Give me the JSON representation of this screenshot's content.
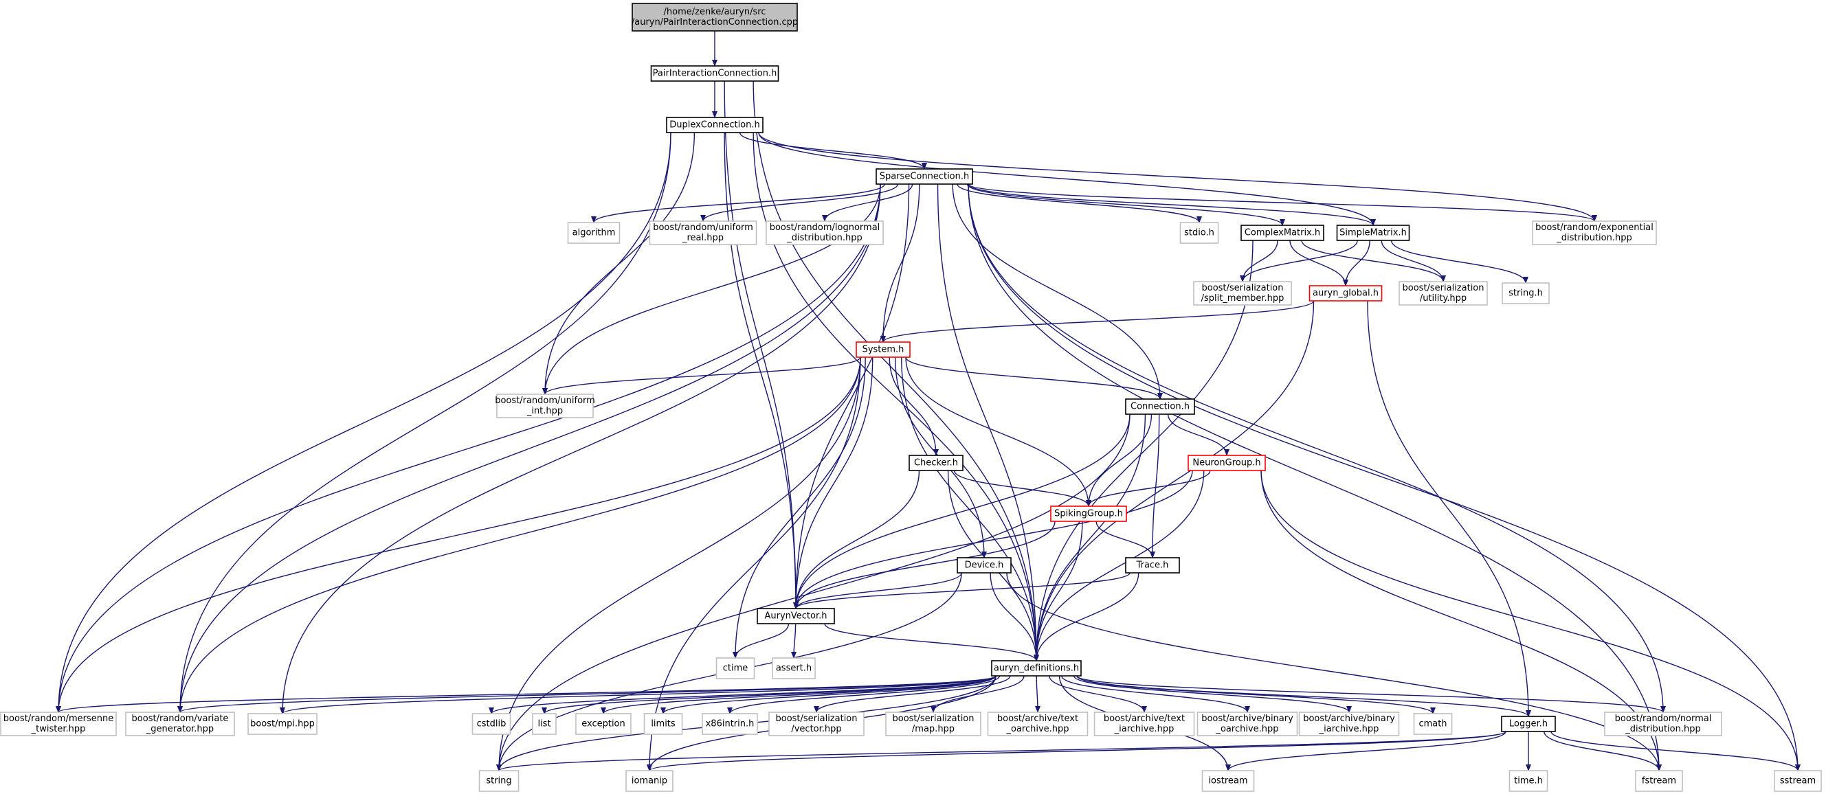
{
  "colors": {
    "edge": "#191970",
    "node_border": "#000000",
    "missing_border": "#bfbfbf",
    "truncated_border": "#ff0000",
    "root_fill": "#bfbfbf",
    "text": "#000000",
    "missing_text": "#000000"
  },
  "nodes": [
    {
      "id": "root",
      "lines": [
        "/home/zenke/auryn/src",
        "/auryn/PairInteractionConnection.cpp"
      ],
      "kind": "root"
    },
    {
      "id": "pic",
      "lines": [
        "PairInteractionConnection.h"
      ],
      "kind": "normal"
    },
    {
      "id": "duplex",
      "lines": [
        "DuplexConnection.h"
      ],
      "kind": "normal"
    },
    {
      "id": "sparse",
      "lines": [
        "SparseConnection.h"
      ],
      "kind": "normal"
    },
    {
      "id": "algorithm",
      "lines": [
        "algorithm"
      ],
      "kind": "missing"
    },
    {
      "id": "uniform_real",
      "lines": [
        "boost/random/uniform",
        "_real.hpp"
      ],
      "kind": "missing"
    },
    {
      "id": "lognormal",
      "lines": [
        "boost/random/lognormal",
        "_distribution.hpp"
      ],
      "kind": "missing"
    },
    {
      "id": "stdio",
      "lines": [
        "stdio.h"
      ],
      "kind": "missing"
    },
    {
      "id": "complexmatrix",
      "lines": [
        "ComplexMatrix.h"
      ],
      "kind": "normal"
    },
    {
      "id": "simplematrix",
      "lines": [
        "SimpleMatrix.h"
      ],
      "kind": "normal"
    },
    {
      "id": "exponential",
      "lines": [
        "boost/random/exponential",
        "_distribution.hpp"
      ],
      "kind": "missing"
    },
    {
      "id": "split_member",
      "lines": [
        "boost/serialization",
        "/split_member.hpp"
      ],
      "kind": "missing"
    },
    {
      "id": "auryn_global",
      "lines": [
        "auryn_global.h"
      ],
      "kind": "truncated"
    },
    {
      "id": "utility",
      "lines": [
        "boost/serialization",
        "/utility.hpp"
      ],
      "kind": "missing"
    },
    {
      "id": "string_h",
      "lines": [
        "string.h"
      ],
      "kind": "missing"
    },
    {
      "id": "system",
      "lines": [
        "System.h"
      ],
      "kind": "truncated"
    },
    {
      "id": "uniform_int",
      "lines": [
        "boost/random/uniform",
        "_int.hpp"
      ],
      "kind": "missing"
    },
    {
      "id": "connection",
      "lines": [
        "Connection.h"
      ],
      "kind": "normal"
    },
    {
      "id": "checker",
      "lines": [
        "Checker.h"
      ],
      "kind": "normal"
    },
    {
      "id": "neurongroup",
      "lines": [
        "NeuronGroup.h"
      ],
      "kind": "truncated"
    },
    {
      "id": "spikinggroup",
      "lines": [
        "SpikingGroup.h"
      ],
      "kind": "truncated"
    },
    {
      "id": "device",
      "lines": [
        "Device.h"
      ],
      "kind": "normal"
    },
    {
      "id": "trace",
      "lines": [
        "Trace.h"
      ],
      "kind": "normal"
    },
    {
      "id": "aurynvector",
      "lines": [
        "AurynVector.h"
      ],
      "kind": "normal"
    },
    {
      "id": "ctime",
      "lines": [
        "ctime"
      ],
      "kind": "missing"
    },
    {
      "id": "assert",
      "lines": [
        "assert.h"
      ],
      "kind": "missing"
    },
    {
      "id": "definitions",
      "lines": [
        "auryn_definitions.h"
      ],
      "kind": "normal"
    },
    {
      "id": "mersenne",
      "lines": [
        "boost/random/mersenne",
        "_twister.hpp"
      ],
      "kind": "missing"
    },
    {
      "id": "variate",
      "lines": [
        "boost/random/variate",
        "_generator.hpp"
      ],
      "kind": "missing"
    },
    {
      "id": "mpi",
      "lines": [
        "boost/mpi.hpp"
      ],
      "kind": "missing"
    },
    {
      "id": "cstdlib",
      "lines": [
        "cstdlib"
      ],
      "kind": "missing"
    },
    {
      "id": "list",
      "lines": [
        "list"
      ],
      "kind": "missing"
    },
    {
      "id": "exception",
      "lines": [
        "exception"
      ],
      "kind": "missing"
    },
    {
      "id": "limits",
      "lines": [
        "limits"
      ],
      "kind": "missing"
    },
    {
      "id": "x86intrin",
      "lines": [
        "x86intrin.h"
      ],
      "kind": "missing"
    },
    {
      "id": "ser_vector",
      "lines": [
        "boost/serialization",
        "/vector.hpp"
      ],
      "kind": "missing"
    },
    {
      "id": "ser_map",
      "lines": [
        "boost/serialization",
        "/map.hpp"
      ],
      "kind": "missing"
    },
    {
      "id": "text_oarchive",
      "lines": [
        "boost/archive/text",
        "_oarchive.hpp"
      ],
      "kind": "missing"
    },
    {
      "id": "text_iarchive",
      "lines": [
        "boost/archive/text",
        "_iarchive.hpp"
      ],
      "kind": "missing"
    },
    {
      "id": "binary_oarchive",
      "lines": [
        "boost/archive/binary",
        "_oarchive.hpp"
      ],
      "kind": "missing"
    },
    {
      "id": "binary_iarchive",
      "lines": [
        "boost/archive/binary",
        "_iarchive.hpp"
      ],
      "kind": "missing"
    },
    {
      "id": "cmath",
      "lines": [
        "cmath"
      ],
      "kind": "missing"
    },
    {
      "id": "logger",
      "lines": [
        "Logger.h"
      ],
      "kind": "normal"
    },
    {
      "id": "normal_dist",
      "lines": [
        "boost/random/normal",
        "_distribution.hpp"
      ],
      "kind": "missing"
    },
    {
      "id": "string",
      "lines": [
        "string"
      ],
      "kind": "missing"
    },
    {
      "id": "iomanip",
      "lines": [
        "iomanip"
      ],
      "kind": "missing"
    },
    {
      "id": "iostream",
      "lines": [
        "iostream"
      ],
      "kind": "missing"
    },
    {
      "id": "time_h",
      "lines": [
        "time.h"
      ],
      "kind": "missing"
    },
    {
      "id": "fstream",
      "lines": [
        "fstream"
      ],
      "kind": "missing"
    },
    {
      "id": "sstream",
      "lines": [
        "sstream"
      ],
      "kind": "missing"
    }
  ],
  "edges": [
    [
      "root",
      "pic"
    ],
    [
      "pic",
      "duplex"
    ],
    [
      "pic",
      "aurynvector"
    ],
    [
      "pic",
      "definitions"
    ],
    [
      "duplex",
      "sparse"
    ],
    [
      "duplex",
      "uniform_int"
    ],
    [
      "duplex",
      "aurynvector"
    ],
    [
      "duplex",
      "mersenne"
    ],
    [
      "duplex",
      "variate"
    ],
    [
      "duplex",
      "exponential"
    ],
    [
      "duplex",
      "simplematrix"
    ],
    [
      "duplex",
      "definitions"
    ],
    [
      "sparse",
      "algorithm"
    ],
    [
      "sparse",
      "uniform_real"
    ],
    [
      "sparse",
      "lognormal"
    ],
    [
      "sparse",
      "stdio"
    ],
    [
      "sparse",
      "complexmatrix"
    ],
    [
      "sparse",
      "simplematrix"
    ],
    [
      "sparse",
      "exponential"
    ],
    [
      "sparse",
      "system"
    ],
    [
      "sparse",
      "connection"
    ],
    [
      "sparse",
      "uniform_int"
    ],
    [
      "sparse",
      "aurynvector"
    ],
    [
      "sparse",
      "definitions"
    ],
    [
      "sparse",
      "mersenne"
    ],
    [
      "sparse",
      "variate"
    ],
    [
      "sparse",
      "mpi"
    ],
    [
      "sparse",
      "normal_dist"
    ],
    [
      "sparse",
      "fstream"
    ],
    [
      "sparse",
      "sstream"
    ],
    [
      "complexmatrix",
      "split_member"
    ],
    [
      "complexmatrix",
      "auryn_global"
    ],
    [
      "complexmatrix",
      "utility"
    ],
    [
      "complexmatrix",
      "definitions"
    ],
    [
      "simplematrix",
      "split_member"
    ],
    [
      "simplematrix",
      "auryn_global"
    ],
    [
      "simplematrix",
      "utility"
    ],
    [
      "simplematrix",
      "string_h"
    ],
    [
      "auryn_global",
      "system"
    ],
    [
      "auryn_global",
      "definitions"
    ],
    [
      "auryn_global",
      "logger"
    ],
    [
      "system",
      "uniform_int"
    ],
    [
      "system",
      "connection"
    ],
    [
      "system",
      "checker"
    ],
    [
      "system",
      "spikinggroup"
    ],
    [
      "system",
      "device"
    ],
    [
      "system",
      "aurynvector"
    ],
    [
      "system",
      "definitions"
    ],
    [
      "system",
      "ctime"
    ],
    [
      "system",
      "mersenne"
    ],
    [
      "system",
      "variate"
    ],
    [
      "system",
      "string"
    ],
    [
      "system",
      "iomanip"
    ],
    [
      "connection",
      "neurongroup"
    ],
    [
      "connection",
      "spikinggroup"
    ],
    [
      "connection",
      "trace"
    ],
    [
      "connection",
      "aurynvector"
    ],
    [
      "connection",
      "definitions"
    ],
    [
      "connection",
      "string"
    ],
    [
      "checker",
      "spikinggroup"
    ],
    [
      "checker",
      "aurynvector"
    ],
    [
      "checker",
      "definitions"
    ],
    [
      "neurongroup",
      "spikinggroup"
    ],
    [
      "neurongroup",
      "aurynvector"
    ],
    [
      "neurongroup",
      "definitions"
    ],
    [
      "neurongroup",
      "fstream"
    ],
    [
      "neurongroup",
      "sstream"
    ],
    [
      "spikinggroup",
      "trace"
    ],
    [
      "spikinggroup",
      "aurynvector"
    ],
    [
      "spikinggroup",
      "definitions"
    ],
    [
      "device",
      "aurynvector"
    ],
    [
      "device",
      "definitions"
    ],
    [
      "device",
      "fstream"
    ],
    [
      "device",
      "string"
    ],
    [
      "trace",
      "aurynvector"
    ],
    [
      "trace",
      "definitions"
    ],
    [
      "aurynvector",
      "ctime"
    ],
    [
      "aurynvector",
      "assert"
    ],
    [
      "aurynvector",
      "definitions"
    ],
    [
      "definitions",
      "mersenne"
    ],
    [
      "definitions",
      "variate"
    ],
    [
      "definitions",
      "mpi"
    ],
    [
      "definitions",
      "cstdlib"
    ],
    [
      "definitions",
      "list"
    ],
    [
      "definitions",
      "exception"
    ],
    [
      "definitions",
      "limits"
    ],
    [
      "definitions",
      "x86intrin"
    ],
    [
      "definitions",
      "ser_vector"
    ],
    [
      "definitions",
      "ser_map"
    ],
    [
      "definitions",
      "text_oarchive"
    ],
    [
      "definitions",
      "text_iarchive"
    ],
    [
      "definitions",
      "binary_oarchive"
    ],
    [
      "definitions",
      "binary_iarchive"
    ],
    [
      "definitions",
      "cmath"
    ],
    [
      "definitions",
      "logger"
    ],
    [
      "definitions",
      "normal_dist"
    ],
    [
      "definitions",
      "string"
    ],
    [
      "definitions",
      "iomanip"
    ],
    [
      "definitions",
      "iostream"
    ],
    [
      "logger",
      "string"
    ],
    [
      "logger",
      "iomanip"
    ],
    [
      "logger",
      "iostream"
    ],
    [
      "logger",
      "time_h"
    ],
    [
      "logger",
      "fstream"
    ],
    [
      "logger",
      "sstream"
    ]
  ]
}
